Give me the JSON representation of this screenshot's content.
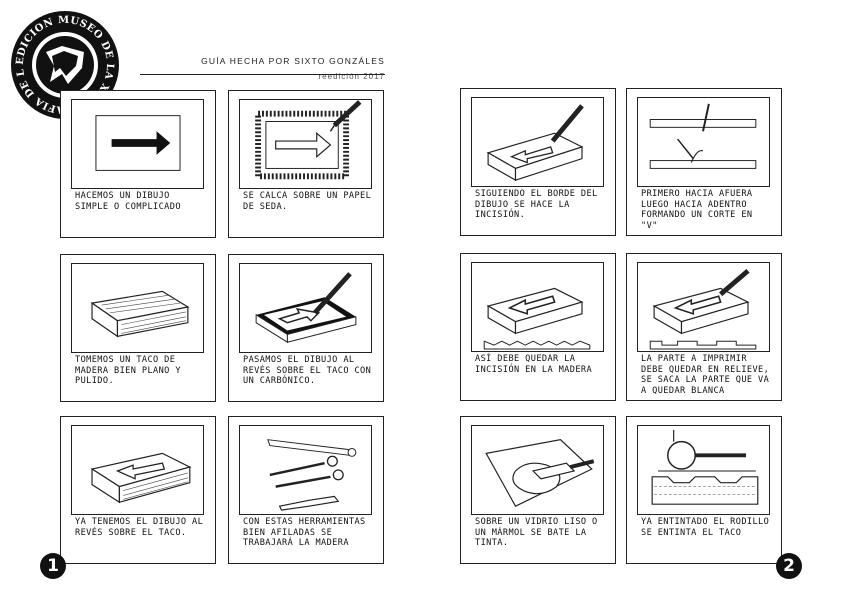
{
  "stamp": {
    "text": "EDICION MUSEO DE LA XILOGRAFIA DE LA PLATA"
  },
  "header": {
    "title": "GUÍA HECHA POR SIXTO GONZÁLES",
    "subtitle": "reedición 2017"
  },
  "pages": [
    {
      "number": "1",
      "panels": [
        {
          "illustration": "arrow-drawing",
          "caption": "HACEMOS UN DIBUJO SIMPLE O COMPLICADO"
        },
        {
          "illustration": "tracing-paper",
          "caption": "SE CALCA SOBRE UN PAPEL DE SEDA."
        },
        {
          "illustration": "wood-block",
          "caption": "TOMEMOS UN TACO DE MADERA BIEN PLANO Y PULIDO."
        },
        {
          "illustration": "carbon-transfer",
          "caption": "PASAMOS EL DIBUJO AL REVÉS SOBRE EL TACO CON UN CARBÓNICO."
        },
        {
          "illustration": "reversed-drawing",
          "caption": "YA TENEMOS EL DIBUJO AL REVÉS SOBRE EL TACO."
        },
        {
          "illustration": "carving-tools",
          "caption": "CON ESTAS HERRAMIENTAS BIEN AFILADAS SE TRABAJARÁ LA MADERA"
        }
      ]
    },
    {
      "number": "2",
      "panels": [
        {
          "illustration": "cutting-outline",
          "caption": "SIGUIENDO EL BORDE DEL DIBUJO SE HACE LA INCISIÓN."
        },
        {
          "illustration": "v-cut",
          "caption": "PRIMERO HACIA AFUERA LUEGO HACIA ADENTRO FORMANDO UN CORTE EN \"V\""
        },
        {
          "illustration": "carved-block",
          "caption": "ASÍ DEBE QUEDAR LA INCISIÓN EN LA MADERA"
        },
        {
          "illustration": "relief-removal",
          "caption": "LA PARTE A IMPRIMIR DEBE QUEDAR EN RELIEVE, SE SACA LA PARTE QUE VA A QUEDAR BLANCA"
        },
        {
          "illustration": "inking-glass",
          "caption": "SOBRE UN VIDRIO LISO O UN MÁRMOL SE BATE LA TINTA."
        },
        {
          "illustration": "inking-roller",
          "caption": "YA ENTINTADO EL RODILLO SE ENTINTA EL TACO"
        }
      ]
    }
  ]
}
